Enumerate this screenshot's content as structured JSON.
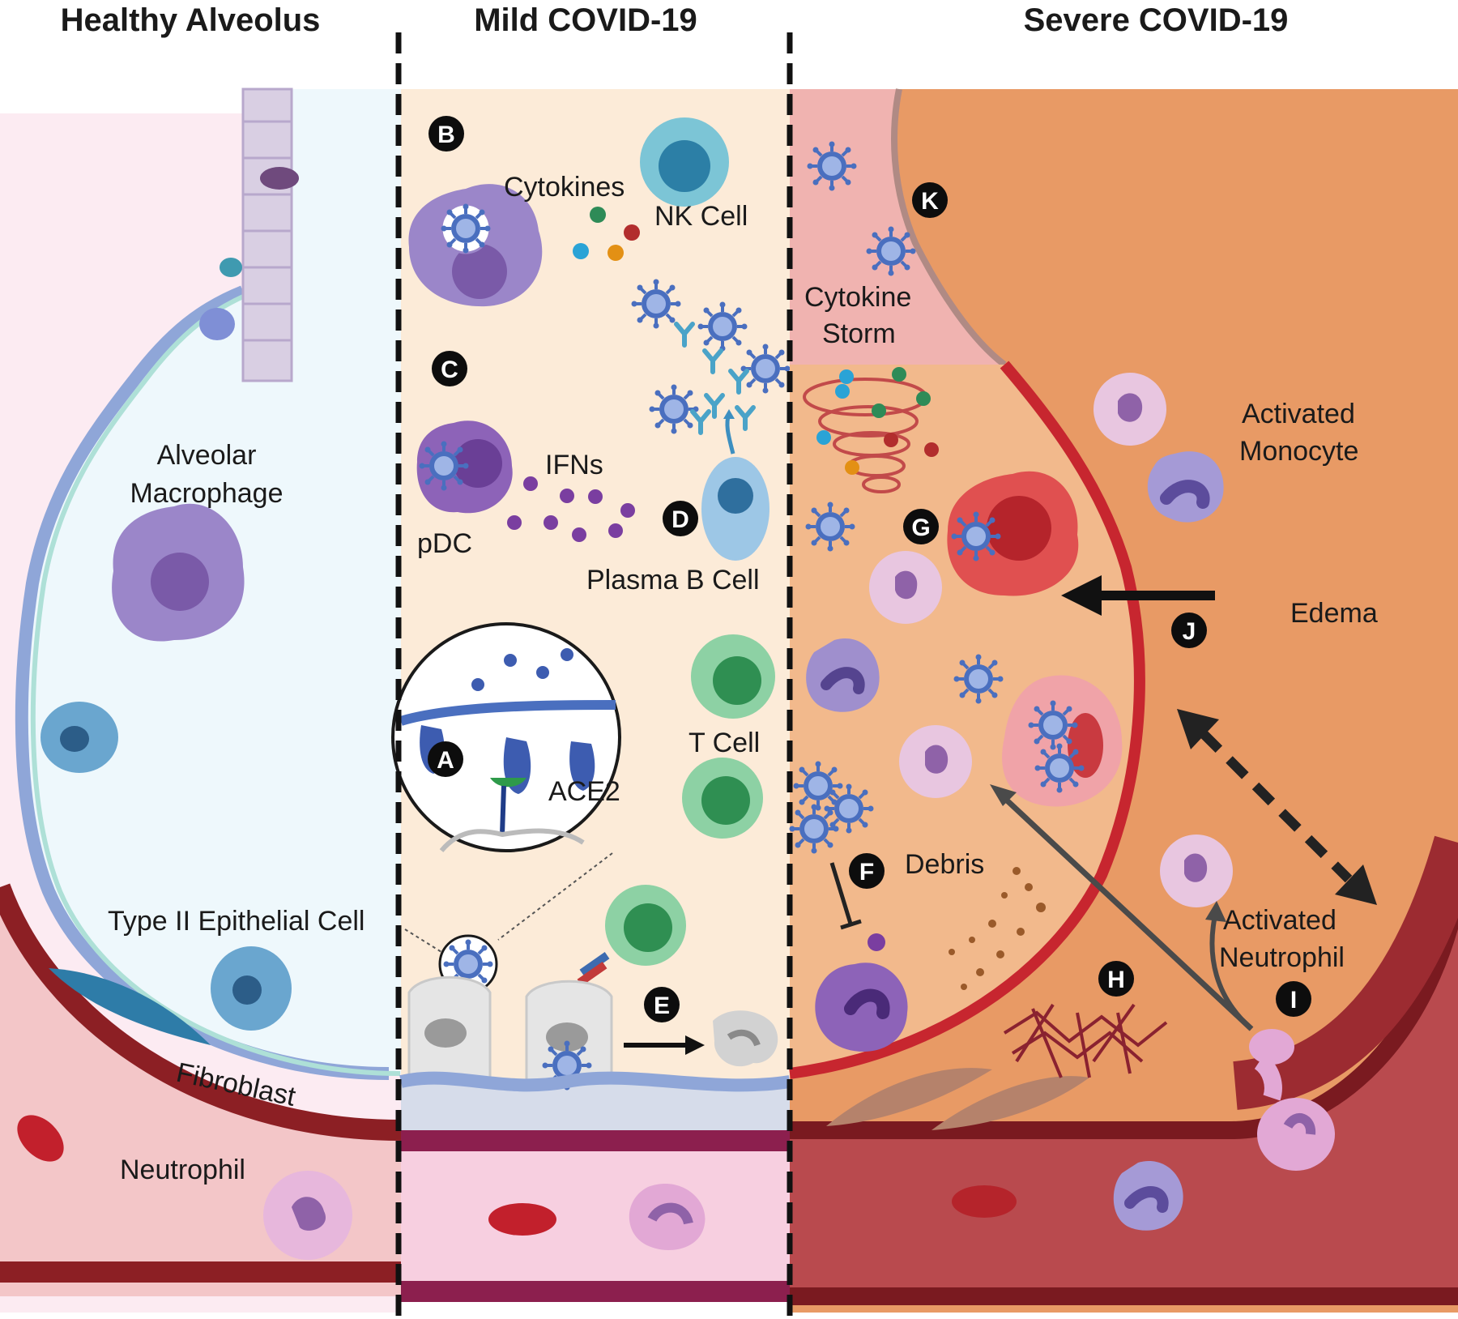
{
  "panels": {
    "healthy": "Healthy Alveolus",
    "mild": "Mild COVID-19",
    "severe": "Severe COVID-19"
  },
  "labels": {
    "alveolar_macrophage_1": "Alveolar",
    "alveolar_macrophage_2": "Macrophage",
    "type2_epithelial": "Type II Epithelial Cell",
    "fibroblast": "Fibroblast",
    "neutrophil": "Neutrophil",
    "cytokines": "Cytokines",
    "nk_cell": "NK Cell",
    "ifns": "IFNs",
    "pdc": "pDC",
    "plasma_b_cell": "Plasma B Cell",
    "t_cell": "T Cell",
    "ace2": "ACE2",
    "cytokine_storm_1": "Cytokine",
    "cytokine_storm_2": "Storm",
    "activated_monocyte_1": "Activated",
    "activated_monocyte_2": "Monocyte",
    "edema": "Edema",
    "debris": "Debris",
    "activated_neutrophil_1": "Activated",
    "activated_neutrophil_2": "Neutrophil"
  },
  "badges": {
    "a": "A",
    "b": "B",
    "c": "C",
    "d": "D",
    "e": "E",
    "f": "F",
    "g": "G",
    "h": "H",
    "i": "I",
    "j": "J",
    "k": "K"
  },
  "colors": {
    "healthy_bg": "#eef8fc",
    "mild_bg": "#fcebd8",
    "severe_bg": "#e89a65",
    "severe_inner": "#f2b98c",
    "vessel_dark": "#8c1f24",
    "vessel_pink": "#f3c6c8",
    "rbc": "#c2202c",
    "macrophage": "#9b86c9",
    "macrophage_nucleus": "#7a5aa8",
    "nk_cell": "#3f8fb1",
    "t_cell": "#6dbd87",
    "virus": "#4a6fbf",
    "neutrophil": "#e7b7dc",
    "epithelium": "#c9b9d7",
    "badge": "#0d0d0d"
  }
}
